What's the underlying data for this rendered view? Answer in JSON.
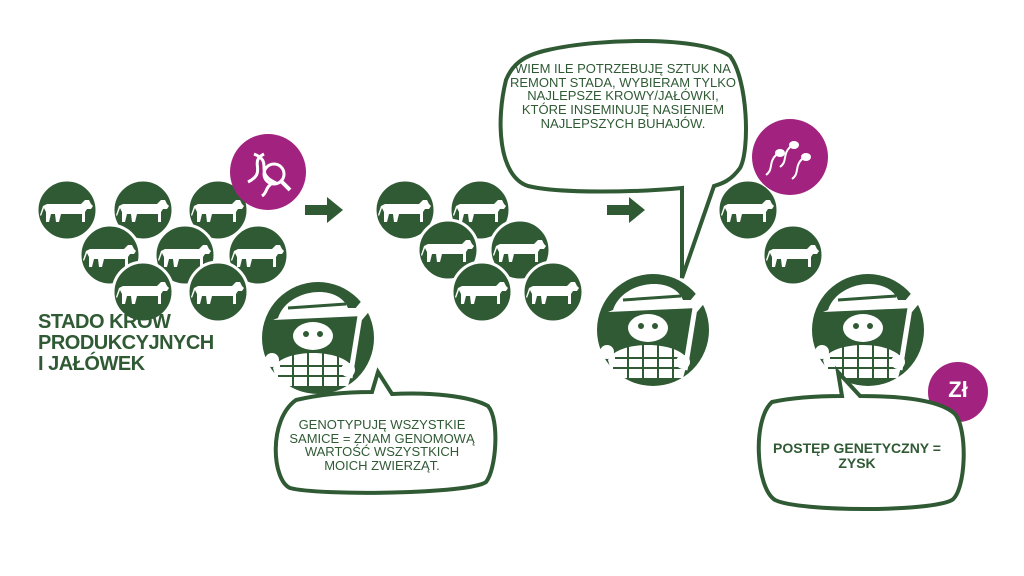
{
  "herd_label": "Stado krów produkcyjnych i jałówek",
  "bubble_genotype": "Genotypuję wszystkie samice = znam genomową wartość wszystkich moich zwierząt.",
  "bubble_selection": "Wiem ile potrzebuję sztuk na remont stada, wybieram tylko najlepsze krowy/jałówki, które inseminuję nasieniem najlepszych buhajów.",
  "bubble_progress": "Postęp genetyczny = zysk",
  "money_badge": "Zł",
  "colors": {
    "green": "#2f5a34",
    "magenta": "#a2237f",
    "white": "#ffffff"
  },
  "icons": [
    "cow-icon",
    "dna-search-icon",
    "sperm-icon",
    "farmer-icon",
    "arrow-right-icon",
    "money-icon"
  ]
}
